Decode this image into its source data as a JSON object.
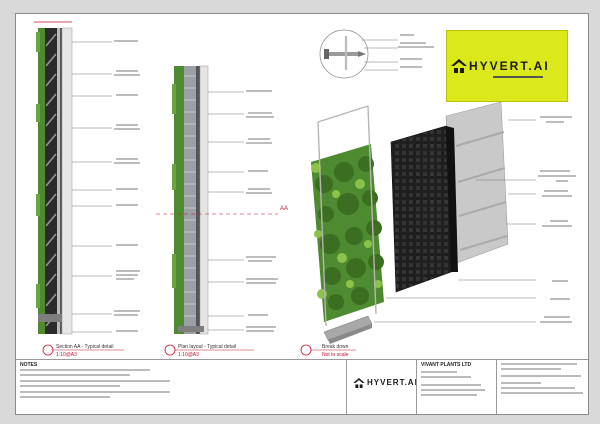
{
  "views": {
    "section": {
      "title": "Section AA - Typical detail",
      "scale": "1:10@A3"
    },
    "plan": {
      "title": "Plan layout - Typical detail",
      "scale": "1:10@A3"
    },
    "exploded": {
      "title": "Break down",
      "scale": "Not to scale"
    }
  },
  "section_marker": "AA",
  "logo": {
    "brand": "HYVERT.AI"
  },
  "title_block": {
    "notes_heading": "NOTES",
    "brand": "HYVERT.AI",
    "company": "VIVANT PLANTS LTD"
  },
  "colors": {
    "accent_red": "#c8102e",
    "logo_yellow": "#dbe81a",
    "foliage": "#4e8a2f",
    "module": "#232323",
    "membrane": "#c9c9c9"
  }
}
